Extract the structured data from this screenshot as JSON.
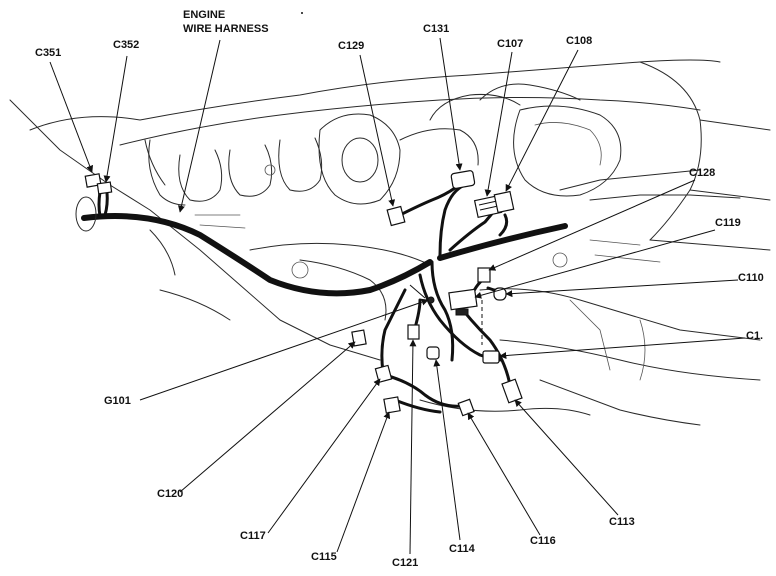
{
  "harness_label": {
    "line1": "ENGINE",
    "line2": "WIRE HARNESS"
  },
  "labels": {
    "c351": "C351",
    "c352": "C352",
    "c129": "C129",
    "c131": "C131",
    "c107": "C107",
    "c108": "C108",
    "c128": "C128",
    "c119": "C119",
    "c110": "C110",
    "c1": "C1.",
    "g101": "G101",
    "c120": "C120",
    "c117": "C117",
    "c115": "C115",
    "c121": "C121",
    "c114": "C114",
    "c116": "C116",
    "c113": "C113"
  }
}
